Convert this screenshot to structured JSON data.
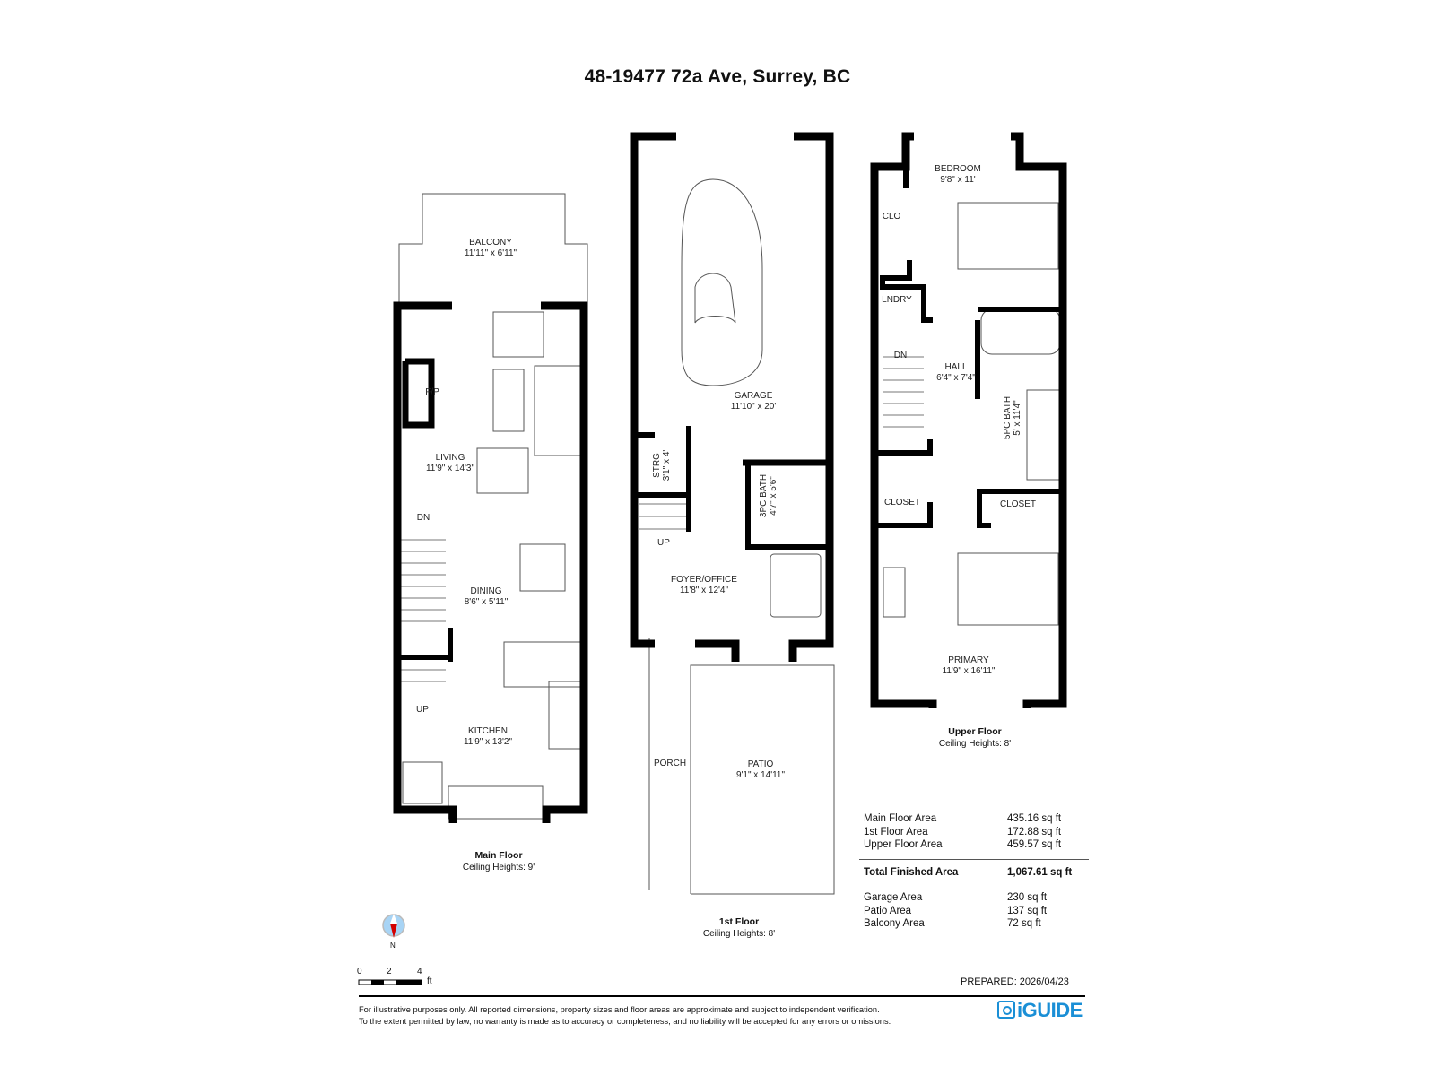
{
  "title": "48-19477 72a Ave, Surrey, BC",
  "floors": [
    {
      "name": "Main Floor",
      "ceiling": "Ceiling Heights: 9'",
      "rooms": [
        {
          "name": "BALCONY",
          "dims": "11'11\" x 6'11\""
        },
        {
          "name": "F/P",
          "dims": ""
        },
        {
          "name": "LIVING",
          "dims": "11'9\" x 14'3\""
        },
        {
          "name": "DN",
          "dims": ""
        },
        {
          "name": "DINING",
          "dims": "8'6\" x 5'11\""
        },
        {
          "name": "UP",
          "dims": ""
        },
        {
          "name": "KITCHEN",
          "dims": "11'9\" x 13'2\""
        }
      ]
    },
    {
      "name": "1st Floor",
      "ceiling": "Ceiling Heights: 8'",
      "rooms": [
        {
          "name": "GARAGE",
          "dims": "11'10\" x 20'"
        },
        {
          "name": "STRG",
          "dims": "3'1\" x 4'"
        },
        {
          "name": "3PC BATH",
          "dims": "4'7\" x 5'6\""
        },
        {
          "name": "UP",
          "dims": ""
        },
        {
          "name": "FOYER/OFFICE",
          "dims": "11'8\" x 12'4\""
        },
        {
          "name": "PORCH",
          "dims": ""
        },
        {
          "name": "PATIO",
          "dims": "9'1\" x 14'11\""
        }
      ]
    },
    {
      "name": "Upper Floor",
      "ceiling": "Ceiling Heights: 8'",
      "rooms": [
        {
          "name": "BEDROOM",
          "dims": "9'8\" x 11'"
        },
        {
          "name": "CLO",
          "dims": ""
        },
        {
          "name": "LNDRY",
          "dims": ""
        },
        {
          "name": "DN",
          "dims": ""
        },
        {
          "name": "HALL",
          "dims": "6'4\" x 7'4\""
        },
        {
          "name": "5PC BATH",
          "dims": "5' x 11'4\""
        },
        {
          "name": "CLOSET",
          "dims": ""
        },
        {
          "name": "CLOSET",
          "dims": ""
        },
        {
          "name": "PRIMARY",
          "dims": "11'9\" x 16'11\""
        }
      ]
    }
  ],
  "areas": {
    "finished": [
      {
        "label": "Main Floor Area",
        "value": "435.16 sq ft"
      },
      {
        "label": "1st Floor Area",
        "value": "172.88 sq ft"
      },
      {
        "label": "Upper Floor Area",
        "value": "459.57 sq ft"
      }
    ],
    "total": {
      "label": "Total Finished Area",
      "value": "1,067.61 sq ft"
    },
    "other": [
      {
        "label": "Garage Area",
        "value": "230 sq ft"
      },
      {
        "label": "Patio Area",
        "value": "137 sq ft"
      },
      {
        "label": "Balcony Area",
        "value": "72 sq ft"
      }
    ]
  },
  "compass": {
    "label": "N"
  },
  "scale": {
    "ticks": [
      "0",
      "2",
      "4"
    ],
    "unit": "ft"
  },
  "prepared": "PREPARED: 2026/04/23",
  "disclaimer": {
    "line1": "For illustrative purposes only. All reported dimensions, property sizes and floor areas are approximate and subject to independent verification.",
    "line2": "To the extent permitted by law, no warranty is made as to accuracy or completeness, and no liability will be accepted for any errors or omissions."
  },
  "brand": {
    "name": "iGUIDE",
    "color": "#1a8fd6"
  }
}
